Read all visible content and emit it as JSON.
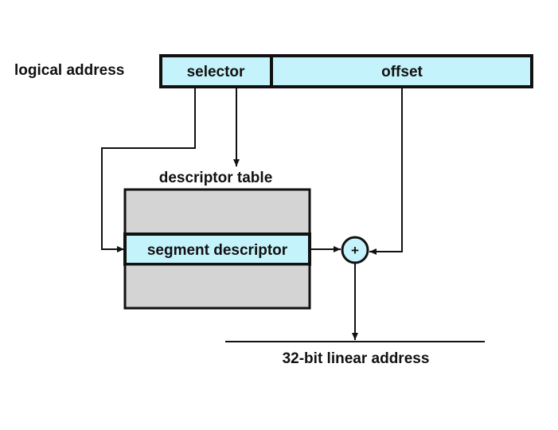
{
  "diagram": {
    "logical_address_label": "logical address",
    "selector_label": "selector",
    "offset_label": "offset",
    "descriptor_table_label": "descriptor table",
    "segment_descriptor_label": "segment descriptor",
    "adder_symbol": "+",
    "linear_address_label": "32-bit linear address"
  },
  "colors": {
    "field_fill": "#c5f3fb",
    "table_fill": "#d4d4d4",
    "stroke": "#111111",
    "background": "#ffffff"
  }
}
